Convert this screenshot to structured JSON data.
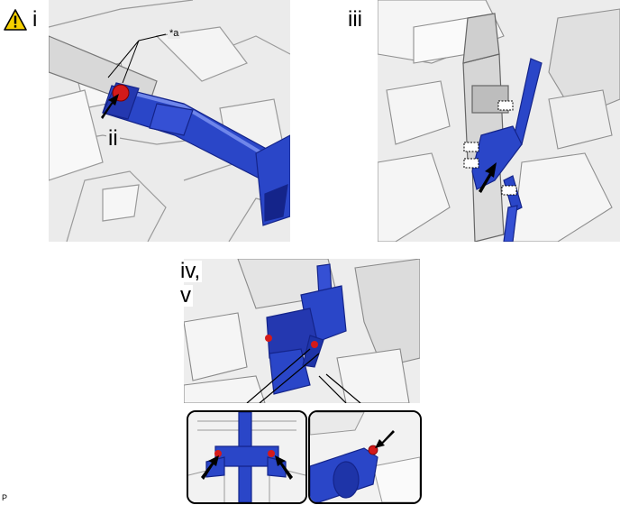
{
  "warning_icon": "warning-triangle-icon",
  "steps": {
    "step_1": "i",
    "step_2": "ii",
    "step_3": "iii",
    "step_4_5_line1": "iv,",
    "step_4_5_line2": "v"
  },
  "callouts": {
    "a": "*a"
  },
  "corner_code": "P",
  "colors": {
    "part_blue": "#2a46c8",
    "part_blue_dark": "#14248a",
    "part_blue_light": "#6f86ea",
    "bolt_red": "#d41a1a",
    "gray_fill": "#e6e6e6",
    "gray_line": "#8a8a8a",
    "arrow": "#000000"
  }
}
